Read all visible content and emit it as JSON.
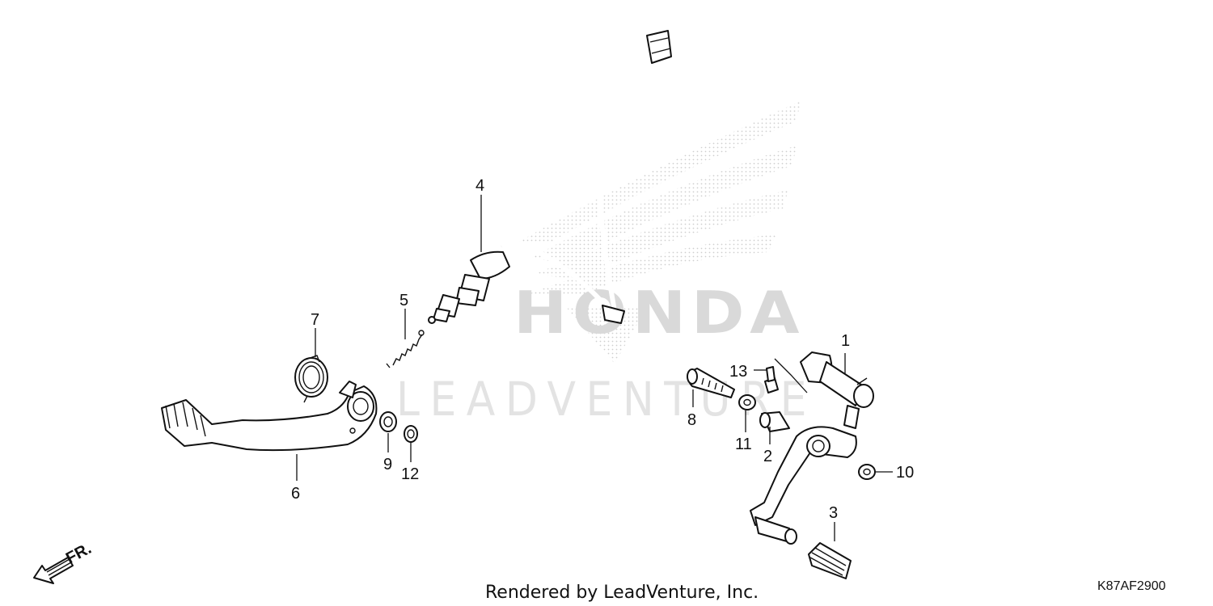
{
  "watermark": {
    "brand_text": "HONDA",
    "letters_text": "LEADVENTURE"
  },
  "footer": {
    "rendered_by": "Rendered by LeadVenture, Inc.",
    "diagram_code": "K87AF2900"
  },
  "direction_marker": {
    "label": "FR."
  },
  "callouts": {
    "c1": "1",
    "c2": "2",
    "c3": "3",
    "c4": "4",
    "c5": "5",
    "c6": "6",
    "c7": "7",
    "c8": "8",
    "c9": "9",
    "c10": "10",
    "c11": "11",
    "c12": "12",
    "c13": "13"
  },
  "colors": {
    "line": "#111111",
    "watermark": "#d9d9d9"
  }
}
